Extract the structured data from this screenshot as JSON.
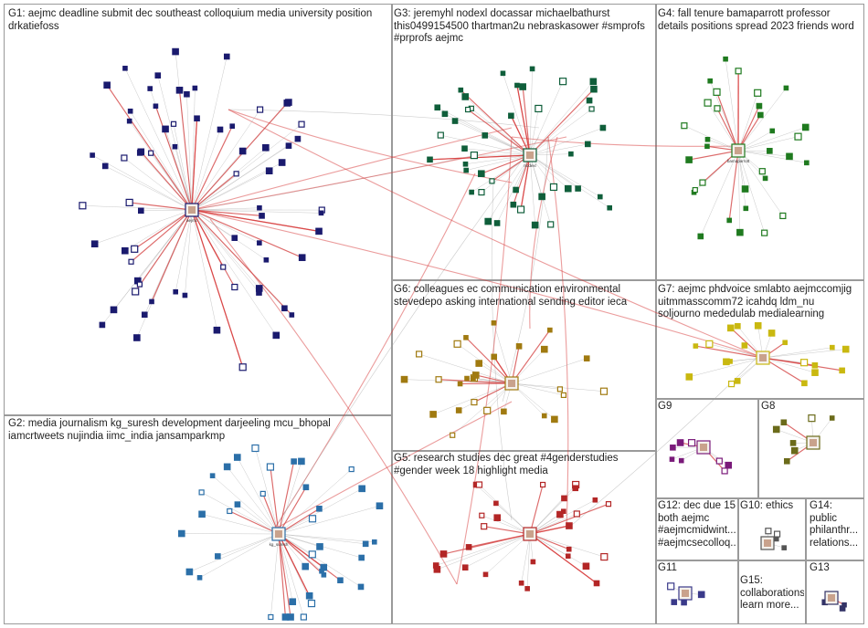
{
  "groups": [
    {
      "id": "G1",
      "label_lines": [
        "G1: aejmc deadline submit dec southeast colloquium media university position",
        "drkatiefoss"
      ],
      "color": "#1a1a6e"
    },
    {
      "id": "G2",
      "label_lines": [
        "G2: media journalism kg_suresh development darjeeling mcu_bhopal",
        "iamcrtweets nujindia iimc_india jansamparkmp"
      ],
      "color": "#2b6fa8"
    },
    {
      "id": "G3",
      "label_lines": [
        "G3: jeremyhl nodexl docassar michaelbathurst",
        "this0499154500 thartman2u nebraskasower #smprofs",
        "#prprofs aejmc"
      ],
      "color": "#0f5e3a"
    },
    {
      "id": "G4",
      "label_lines": [
        "G4: fall tenure bamaparrott professor",
        "details positions spread 2023 friends word"
      ],
      "color": "#1f7a1f"
    },
    {
      "id": "G5",
      "label_lines": [
        "G5: research studies dec great #4genderstudies",
        "#gender week 18 highlight media"
      ],
      "color": "#b32626"
    },
    {
      "id": "G6",
      "label_lines": [
        "G6: colleagues ec communication environmental",
        "stevedepo asking international sending editor ieca"
      ],
      "color": "#a07a10"
    },
    {
      "id": "G7",
      "label_lines": [
        "G7: aejmc phdvoice smlabto aejmccomjig",
        "uitmmasscomm72 icahdq ldm_nu",
        "soljourno mededulab medialearning"
      ],
      "color": "#c9b810"
    },
    {
      "id": "G8",
      "label_lines": [
        "G8"
      ],
      "color": "#6b6b1a"
    },
    {
      "id": "G9",
      "label_lines": [
        "G9"
      ],
      "color": "#7a1a7a"
    },
    {
      "id": "G10",
      "label_lines": [
        "G10: ethics"
      ],
      "color": "#555555"
    },
    {
      "id": "G11",
      "label_lines": [
        "G11"
      ],
      "color": "#3a3a8a"
    },
    {
      "id": "G12",
      "label_lines": [
        "G12: dec due 15",
        "both aejmc",
        "#aejmcmidwint...",
        "#aejmcsecolloq..."
      ],
      "color": "#444444"
    },
    {
      "id": "G13",
      "label_lines": [
        "G13"
      ],
      "color": "#333366"
    },
    {
      "id": "G14",
      "label_lines": [
        "G14:",
        "public",
        "philanthr...",
        "relations..."
      ],
      "color": "#444444"
    },
    {
      "id": "G15",
      "label_lines": [
        "G15:",
        "collaborations",
        "learn more..."
      ],
      "color": "#4a7a4a"
    }
  ],
  "hubs": {
    "aejmc": "aejmc",
    "kg_suresh": "kg_suresh",
    "nodexl": "nodexl",
    "bamaparrott": "bamaparrott"
  },
  "edge_colors": {
    "strong": "#d83a3a",
    "weak": "#9a9a9a"
  }
}
